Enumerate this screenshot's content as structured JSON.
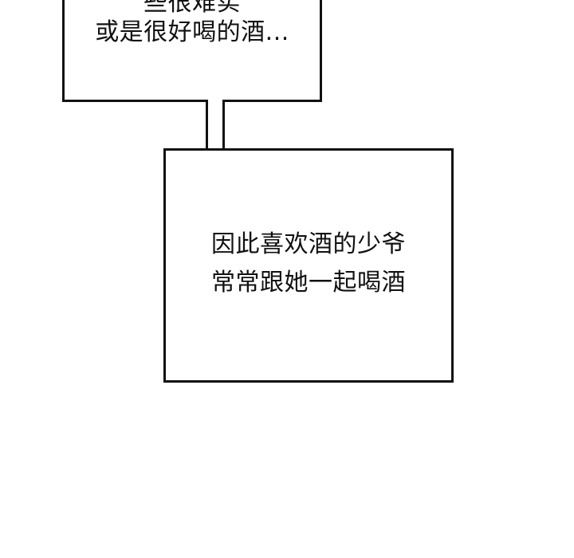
{
  "panel": {
    "top_box": {
      "line_1": "些很难实",
      "line_2": "或是很好喝的酒..."
    },
    "bottom_box": {
      "line_1": "因此喜欢酒的少爷",
      "line_2": "常常跟她一起喝酒"
    }
  },
  "colors": {
    "background": "#ffffff",
    "text": "#111111",
    "border": "#111111"
  }
}
